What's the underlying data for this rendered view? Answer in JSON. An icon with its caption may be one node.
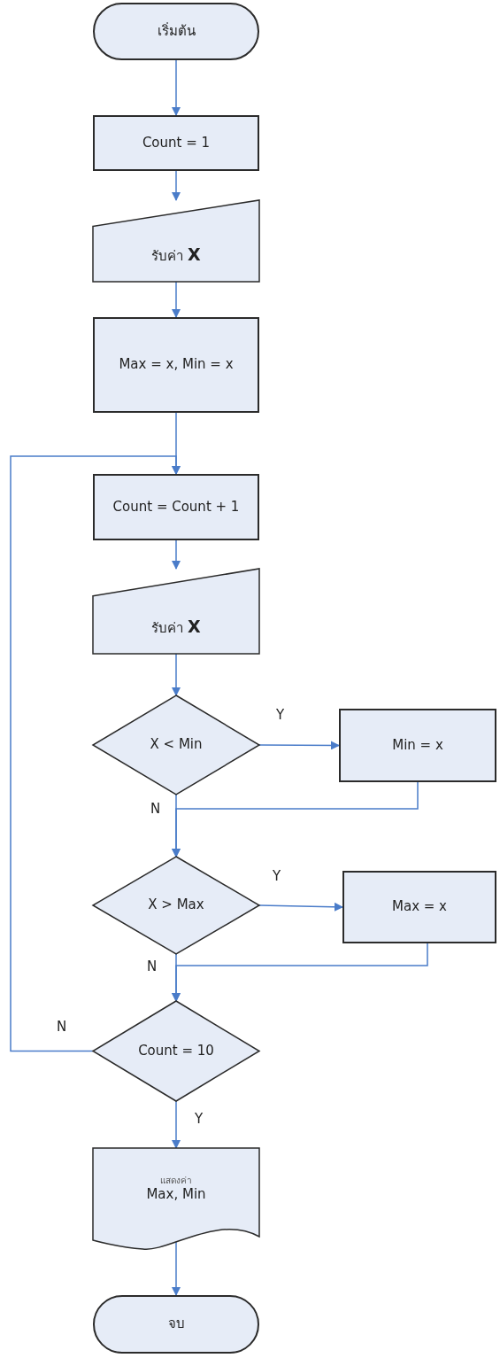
{
  "diagram": {
    "nodes": [
      {
        "text": [
          "เริ่มต้น"
        ]
      },
      {
        "text": [
          "Count = 1"
        ]
      },
      {
        "text": [
          "รับค่า **X**"
        ]
      },
      {
        "text": [
          "Max = x, Min = x"
        ]
      },
      {
        "text": [
          "Count = Count + 1"
        ]
      },
      {
        "text": [
          "รับค่า **X**"
        ]
      },
      {
        "text": [
          "X < Min"
        ]
      },
      {
        "text": [
          "Min = x"
        ]
      },
      {
        "text": [
          "X > Max"
        ]
      },
      {
        "text": [
          "Max = x"
        ]
      },
      {
        "text": [
          "Count = 10"
        ]
      },
      {
        "text": [
          "แสดงค่า",
          "Max, Min"
        ]
      },
      {
        "text": [
          "จบ"
        ]
      }
    ],
    "edges": [
      {
        "from": 0,
        "to": 1,
        "arrow": "to"
      },
      {
        "from": 1,
        "to": 2,
        "arrow": "to"
      },
      {
        "from": 2,
        "to": 3,
        "arrow": "to"
      },
      {
        "from": 3,
        "to": 4,
        "arrow": "to"
      },
      {
        "from": 4,
        "to": 5,
        "arrow": "to"
      },
      {
        "from": 5,
        "to": 6,
        "arrow": "to"
      },
      {
        "from": 6,
        "to": 7,
        "arrow": "to",
        "label": "Y"
      },
      {
        "from": 6,
        "to": 8,
        "arrow": "to",
        "label": "N"
      },
      {
        "from": 7,
        "to": 8,
        "arrow": "to"
      },
      {
        "from": 8,
        "to": 9,
        "arrow": "to",
        "label": "Y"
      },
      {
        "from": 8,
        "to": 10,
        "arrow": "to",
        "label": "N"
      },
      {
        "from": 9,
        "to": 10,
        "arrow": "to"
      },
      {
        "from": 10,
        "to": 4,
        "arrow": "to",
        "label": "N"
      },
      {
        "from": 10,
        "to": 11,
        "arrow": "to",
        "label": "Y"
      },
      {
        "from": 11,
        "to": 12,
        "arrow": "to"
      }
    ]
  }
}
